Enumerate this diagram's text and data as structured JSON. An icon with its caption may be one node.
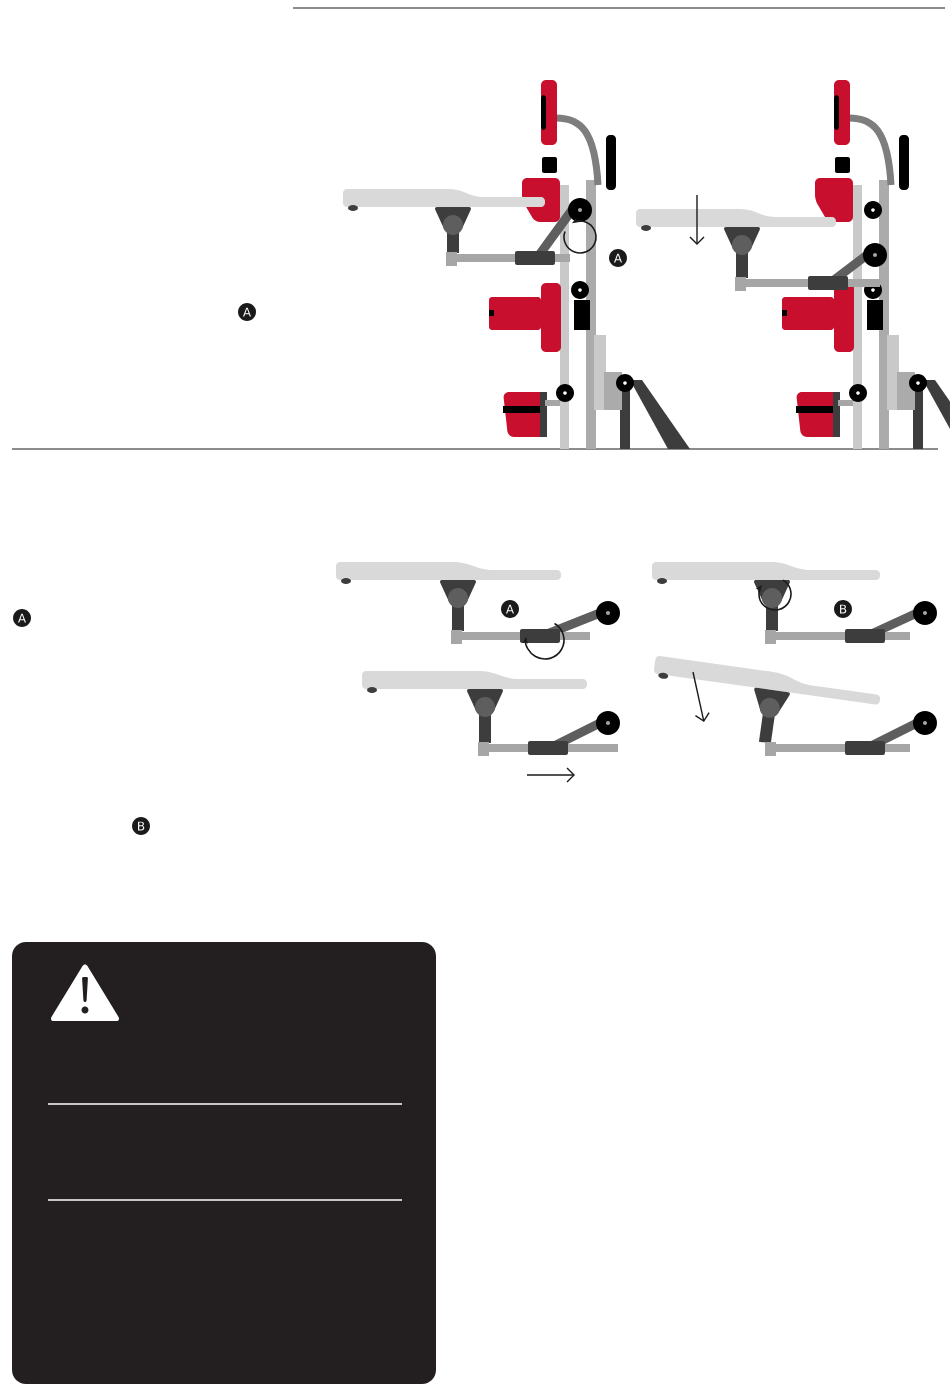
{
  "diagram": {
    "labels": [
      "A",
      "A",
      "A",
      "B",
      "A",
      "B"
    ]
  }
}
